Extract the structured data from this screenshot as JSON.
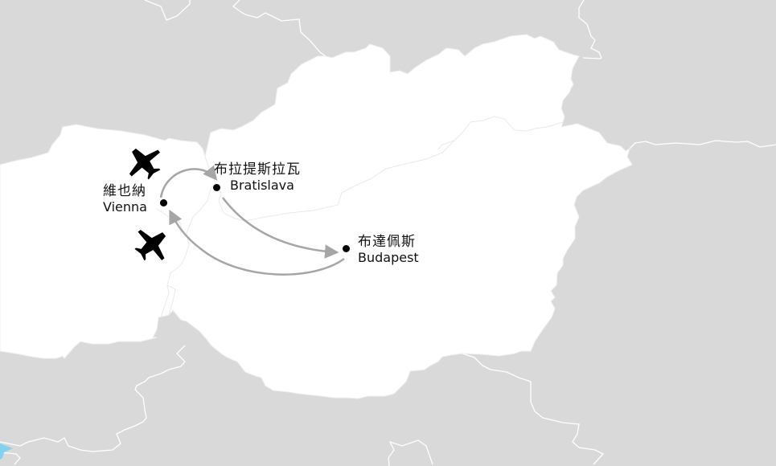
{
  "map": {
    "background_color": "#d9d9d9",
    "highlight_color": "#ffffff",
    "border_color": "#ffffff",
    "interior_border_color": "#e8ecef",
    "water_color": "#7fd3f0",
    "route_color": "#a6a6a6",
    "icon_color": "#000000"
  },
  "cities": [
    {
      "id": "vienna",
      "name_zh": "維也納",
      "name_en": "Vienna",
      "dot": [
        204,
        253
      ]
    },
    {
      "id": "bratislava",
      "name_zh": "布拉提斯拉瓦",
      "name_en": "Bratislava",
      "dot": [
        270,
        234
      ]
    },
    {
      "id": "budapest",
      "name_zh": "布達佩斯",
      "name_en": "Budapest",
      "dot": [
        431,
        310
      ]
    }
  ],
  "routes": [
    {
      "from": "Vienna",
      "to": "Bratislava"
    },
    {
      "from": "Bratislava",
      "to": "Budapest"
    },
    {
      "from": "Budapest",
      "to": "Vienna"
    }
  ],
  "icons": [
    {
      "name": "airplane-icon",
      "position": "above Vienna"
    },
    {
      "name": "airplane-icon",
      "position": "below Vienna"
    }
  ]
}
